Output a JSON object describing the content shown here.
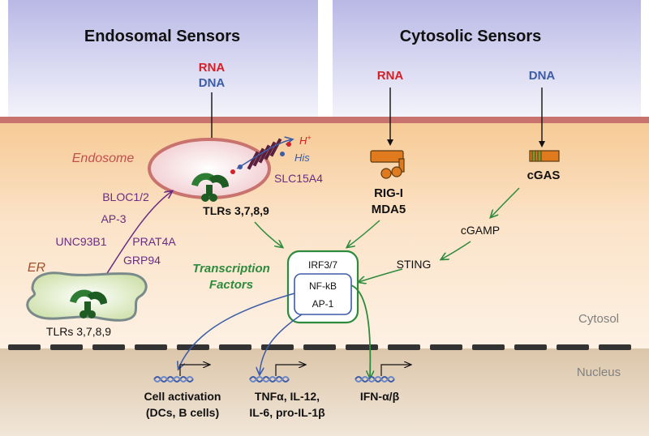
{
  "headers": {
    "endosomal": "Endosomal Sensors",
    "cytosolic": "Cytosolic Sensors"
  },
  "ligands": {
    "endo_rna": "RNA",
    "endo_dna": "DNA",
    "cyto_rna": "RNA",
    "cyto_dna": "DNA"
  },
  "compartments": {
    "endosome": "Endosome",
    "er": "ER",
    "cytosol": "Cytosol",
    "nucleus": "Nucleus"
  },
  "labels": {
    "h_plus": "H",
    "h_plus_sup": "+",
    "his": "His",
    "slc15a4": "SLC15A4",
    "tlrs_endosome": "TLRs 3,7,8,9",
    "tlrs_er": "TLRs 3,7,8,9",
    "bloc": "BLOC1/2",
    "ap3": "AP-3",
    "unc93b1": "UNC93B1",
    "prat4a": "PRAT4A",
    "grp94": "GRP94",
    "rigi": "RIG-I",
    "mda5": "MDA5",
    "cgas": "cGAS",
    "cgamp": "cGAMP",
    "sting": "STING",
    "tf_line1": "Transcription",
    "tf_line2": "Factors",
    "irf": "IRF3/7",
    "nfkb": "NF-kB",
    "ap1": "AP-1"
  },
  "outputs": {
    "cell_activation_1": "Cell activation",
    "cell_activation_2": "(DCs, B cells)",
    "cytokines_1": "TNFα, IL-12,",
    "cytokines_2": "IL-6, pro-IL-1β",
    "ifn": "IFN-α/β"
  },
  "colors": {
    "rna": "#d42027",
    "dna": "#3d5ca8",
    "purple": "#6a2c82",
    "green": "#2e8b3e",
    "dark_green": "#1e6b2e",
    "orange": "#e07a1f",
    "endosome_label": "#c0504d",
    "er_label": "#a0522d"
  }
}
